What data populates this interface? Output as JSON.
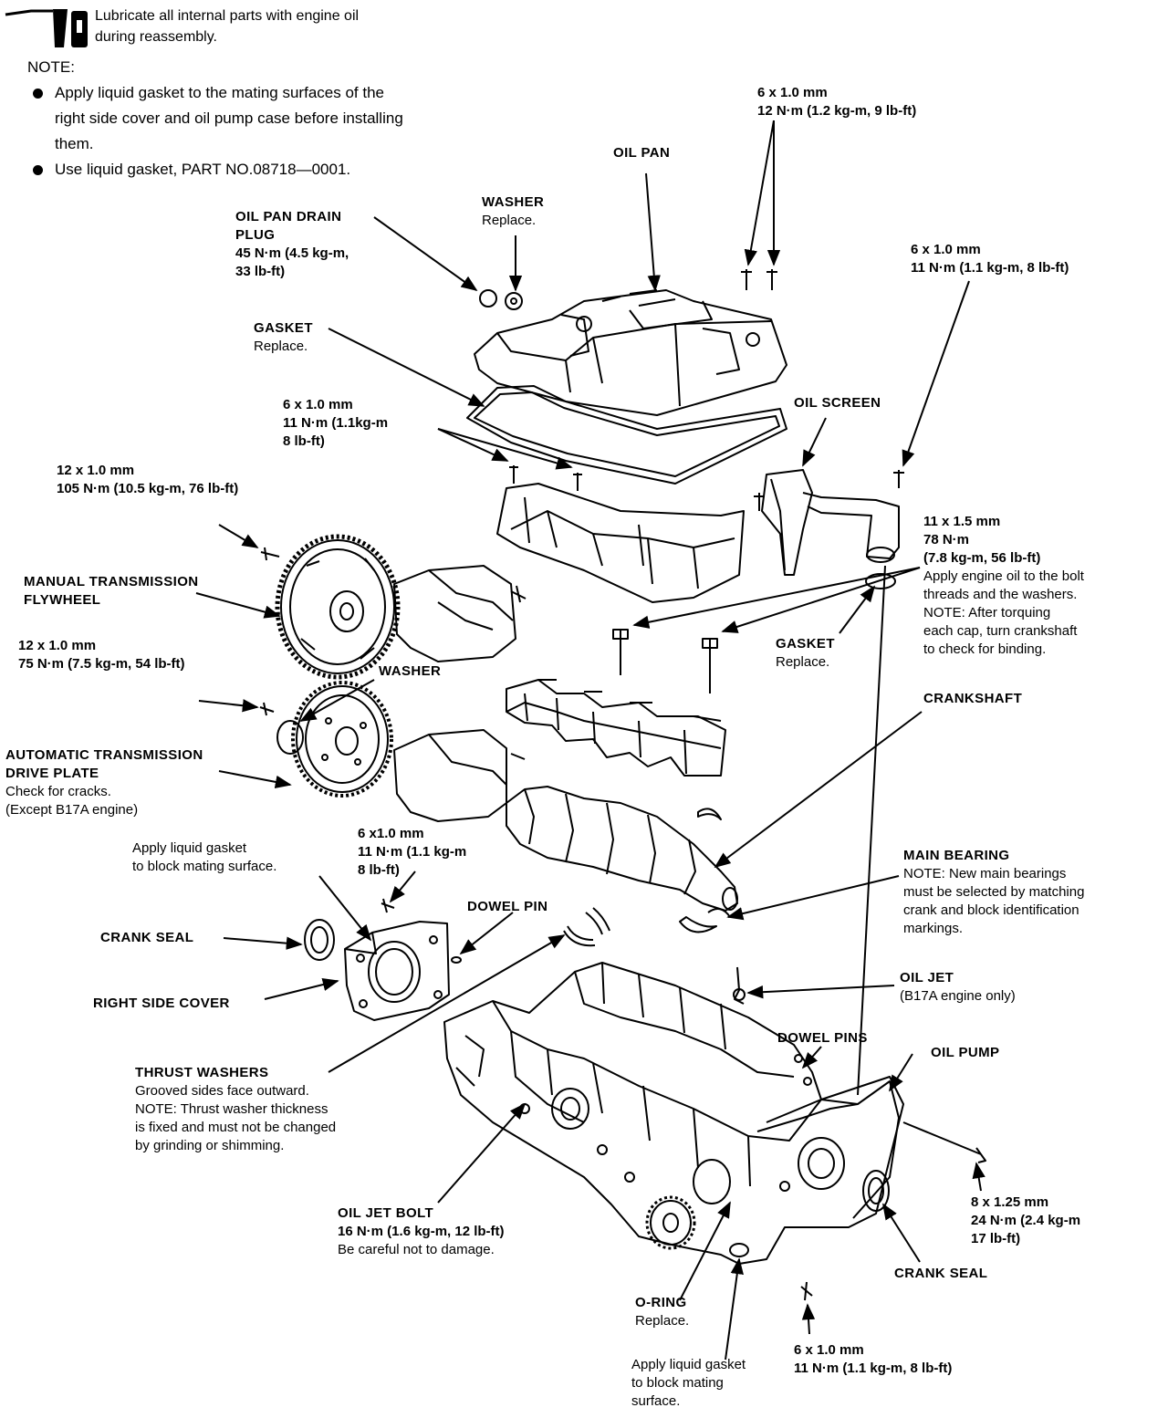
{
  "header": {
    "lubricate": [
      "Lubricate all internal parts with engine oil",
      "during reassembly."
    ],
    "note_title": "NOTE:",
    "notes": [
      [
        "Apply liquid gasket to the mating surfaces of the",
        "right side cover and oil pump case before installing",
        "them."
      ],
      [
        "Use liquid gasket, PART NO.08718—0001."
      ]
    ]
  },
  "callouts": {
    "oil_pan": {
      "title": "OIL PAN"
    },
    "oil_pan_bolt_top": {
      "size": "6 x 1.0 mm",
      "torque": "12 N·m (1.2 kg-m, 9 lb-ft)"
    },
    "washer_top": {
      "title": "WASHER",
      "note": "Replace."
    },
    "drain_plug": {
      "title1": "OIL PAN DRAIN",
      "title2": "PLUG",
      "torque1": "45 N·m (4.5 kg-m,",
      "torque2": "33 lb-ft)"
    },
    "screen_bolt": {
      "size": "6 x 1.0 mm",
      "torque": "11 N·m (1.1 kg-m, 8 lb-ft)"
    },
    "gasket_pan": {
      "title": "GASKET",
      "note": "Replace."
    },
    "oil_screen": {
      "title": "OIL SCREEN"
    },
    "baffle_bolt": {
      "size": "6 x 1.0 mm",
      "torque1": "11 N·m (1.1kg-m",
      "torque2": "8 lb-ft)"
    },
    "flywheel_bolt": {
      "size": "12 x 1.0 mm",
      "torque": "105 N·m (10.5 kg-m, 76 lb-ft)"
    },
    "main_cap_bolt": {
      "size": "11 x 1.5 mm",
      "torque1": "78 N·m",
      "torque2": "(7.8 kg-m, 56 lb-ft)",
      "note1": "Apply engine oil to the bolt",
      "note2": "threads and the washers.",
      "note3": "NOTE: After torquing",
      "note4": "each cap, turn crankshaft",
      "note5": "to check for binding."
    },
    "flywheel": {
      "title1": "MANUAL TRANSMISSION",
      "title2": "FLYWHEEL"
    },
    "gasket_screen": {
      "title": "GASKET",
      "note": "Replace."
    },
    "driveplate_bolt": {
      "size": "12 x 1.0 mm",
      "torque": "75 N·m (7.5 kg-m, 54 lb-ft)"
    },
    "washer_mid": {
      "title": "WASHER"
    },
    "crankshaft": {
      "title": "CRANKSHAFT"
    },
    "drive_plate": {
      "title1": "AUTOMATIC TRANSMISSION",
      "title2": "DRIVE PLATE",
      "note1": "Check for cracks.",
      "note2": "(Except B17A engine)"
    },
    "liquid_gasket_left": {
      "line1": "Apply liquid gasket",
      "line2": "to block mating surface."
    },
    "cover_bolt": {
      "size": "6 x1.0 mm",
      "torque1": "11 N·m (1.1 kg-m",
      "torque2": "8 lb-ft)"
    },
    "main_bearing": {
      "title": "MAIN BEARING",
      "note1": "NOTE: New main bearings",
      "note2": "must be selected by matching",
      "note3": "crank and block identification",
      "note4": "markings."
    },
    "dowel_pin": {
      "title": "DOWEL PIN"
    },
    "crank_seal_left": {
      "title": "CRANK SEAL"
    },
    "right_side_cover": {
      "title": "RIGHT SIDE COVER"
    },
    "oil_jet": {
      "title": "OIL JET",
      "note": "(B17A engine only)"
    },
    "dowel_pins": {
      "title": "DOWEL PINS"
    },
    "oil_pump": {
      "title": "OIL PUMP"
    },
    "thrust_washers": {
      "title": "THRUST WASHERS",
      "note1": "Grooved sides face outward.",
      "note2": "NOTE: Thrust washer thickness",
      "note3": "is fixed and must not be changed",
      "note4": "by grinding or shimming."
    },
    "pump_bolt": {
      "size": "8 x 1.25 mm",
      "torque1": "24 N·m (2.4 kg-m",
      "torque2": "17 lb-ft)"
    },
    "oil_jet_bolt": {
      "title": "OIL JET BOLT",
      "torque": "16 N·m (1.6 kg-m, 12 lb-ft)",
      "note": "Be careful not to damage."
    },
    "crank_seal_right": {
      "title": "CRANK SEAL"
    },
    "o_ring": {
      "title": "O-RING",
      "note": "Replace."
    },
    "pump_bolt_small": {
      "size": "6 x 1.0 mm",
      "torque": "11 N·m (1.1 kg-m, 8 lb-ft)"
    },
    "liquid_gasket_bottom": {
      "line1": "Apply liquid gasket",
      "line2": "to block mating",
      "line3": "surface."
    }
  }
}
